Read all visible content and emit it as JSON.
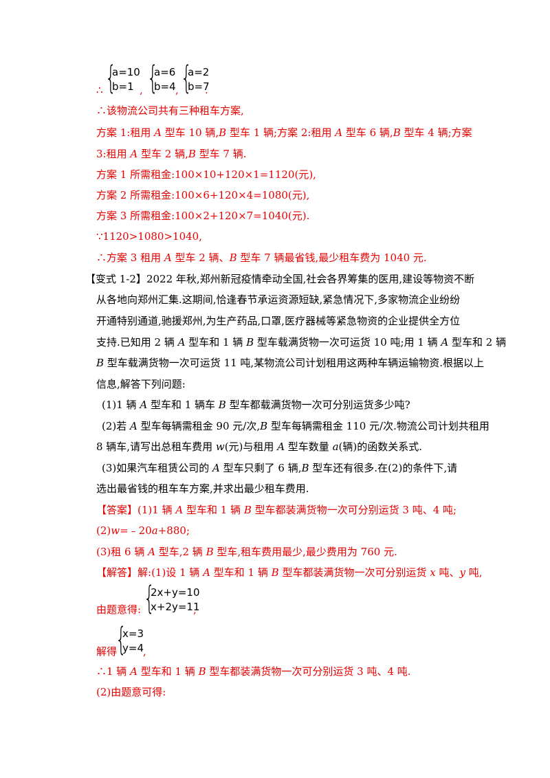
{
  "top_systems": {
    "therefore": "∴",
    "systems": [
      {
        "l1": "a=10",
        "l2": "b=1"
      },
      {
        "l1": "a=6",
        "l2": "b=4"
      },
      {
        "l1": "a=2",
        "l2": "b=7"
      }
    ],
    "sep1": ",",
    "sep2": ",",
    "end": "."
  },
  "lines": {
    "l1": "∴该物流公司共有三种租车方案,",
    "l2a": "方案 1:租用 ",
    "l2b": " 型车 10 辆,",
    "l2c": " 型车 1 辆;方案 2:租用 ",
    "l2d": " 型车 6 辆,",
    "l2e": " 型车 4 辆;方案",
    "l3a": "3:租用 ",
    "l3b": " 型车 2 辆,",
    "l3c": " 型车 7 辆.",
    "l4": "方案 1 所需租金:100×10+120×1=1120(元),",
    "l5": "方案 2 所需租金:100×6+120×4=1080(元),",
    "l6": "方案 3 所需租金:100×2+120×7=1040(元).",
    "l7": "∵1120>1080>1040,",
    "l8a": "∴方案 3 租用 ",
    "l8b": " 型车 2 辆、",
    "l8c": " 型车 7 辆最省钱,最少租车费为 1040 元.",
    "A": "A",
    "B": "B"
  },
  "problem": {
    "label": "【变式 1-2】",
    "p1": "2022 年秋,郑州新冠疫情牵动全国,社会各界筹集的医用,建设等物资不断",
    "p2": "从各地向郑州汇集.这期间,恰逢春节承运资源短缺,紧急情况下,多家物流企业纷纷",
    "p3": "开通特别通道,驰援郑州,为生产药品,口罩,医疗器械等紧急物资的企业提供全方位",
    "p4a": "支持.已知用 2 辆 ",
    "p4b": " 型车和 1 辆 ",
    "p4c": " 型车载满货物一次可运货 10 吨;用 1 辆 ",
    "p4d": " 型车和 2 辆",
    "p5a": " 型车载满货物一次可运货 11 吨,某物流公司计划租用这两种车辆运输物资.根据以上",
    "p6": "信息,解答下列问题:",
    "q1a": "(1)1 辆 ",
    "q1b": " 型车和 1 辆车 ",
    "q1c": " 型车都载满货物一次可分别运货多少吨?",
    "q2a": "(2)若 ",
    "q2b": " 型车每辆需租金 90 元/次,",
    "q2c": " 型车每辆需租金 110 元/次.物流公司计划共租用",
    "q2d": "8 辆车,请写出总租车费用 ",
    "q2w": "w",
    "q2e": "(元)与租用 ",
    "q2f": " 型车数量 ",
    "q2a_var": "a",
    "q2g": "(辆)的函数关系式.",
    "q3a": "(3)如果汽车租赁公司的 ",
    "q3b": " 型车只剩了 6 辆,",
    "q3c": " 型车还有很多.在(2)的条件下,请",
    "q3d": "选出最省钱的租车车方案,并求出最少租车费用."
  },
  "answer": {
    "label": "【答案】",
    "a1a": "(1)1 辆 ",
    "a1b": " 型车和 1 辆 ",
    "a1c": " 型车都装满货物一次可分别运货 3 吨、4 吨;",
    "a2a": "(2)",
    "a2w": "w",
    "a2b": "=﹣20",
    "a2a_var": "a",
    "a2c": "+880;",
    "a3a": "(3)租 6 辆 ",
    "a3b": " 型车,2 辆 ",
    "a3c": " 型车,租车费用最少,最少费用为 760 元."
  },
  "solution": {
    "label": "【解答】",
    "s1a": "解:(1)设 1 辆 ",
    "s1b": " 型车和 1 辆 ",
    "s1c": " 型车都装满货物一次可分别运货 ",
    "s1x": "x",
    "s1d": " 吨、",
    "s1y": "y",
    "s1e": " 吨,",
    "eq_prefix": "由题意得:",
    "eq1": "2x+y=10",
    "eq2": "x+2y=11",
    "eq_end": ",",
    "sol_prefix": "解得",
    "sol1": "x=3",
    "sol2": "y=4",
    "sol_end": ",",
    "s2a": "∴1 辆 ",
    "s2b": " 型车和 1 辆 ",
    "s2c": " 型车都装满货物一次可分别运货 3 吨、4 吨.",
    "s3": "(2)由题意可得:"
  }
}
